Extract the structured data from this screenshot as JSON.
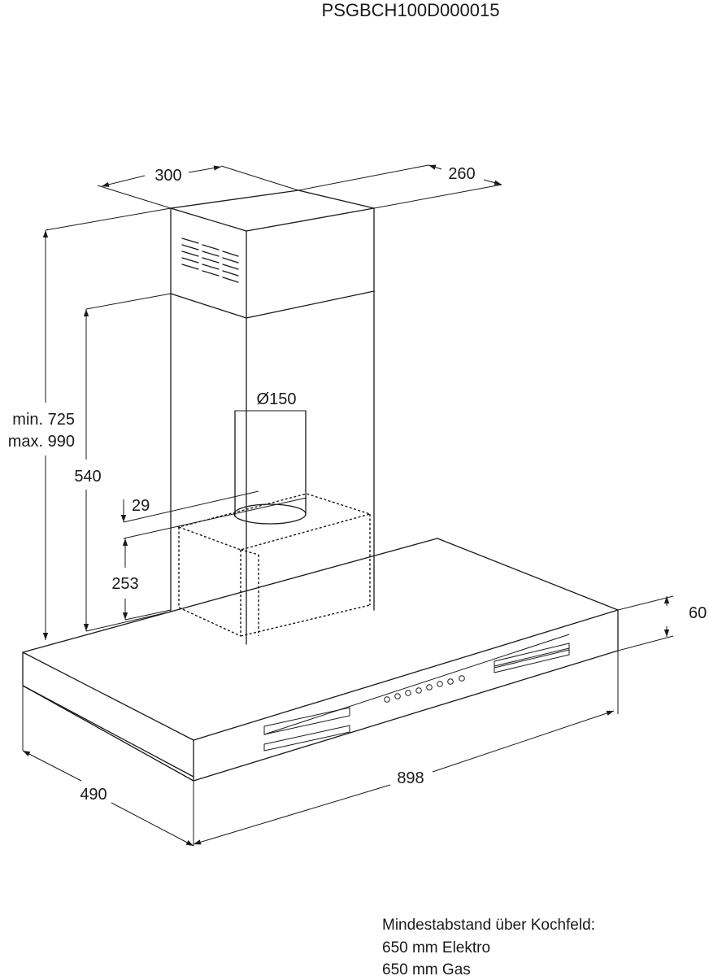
{
  "header": {
    "model_code": "PSGBCH100D000015"
  },
  "dimensions": {
    "chimney_width": "300",
    "chimney_depth": "260",
    "height_min": "min. 725",
    "height_max": "max. 990",
    "chimney_height": "540",
    "duct_diameter": "Ø150",
    "offset": "29",
    "box_height": "253",
    "canopy_thickness": "60",
    "depth": "490",
    "width": "898"
  },
  "note": {
    "line1": "Mindestabstand über Kochfeld:",
    "line2": "650 mm Elektro",
    "line3": "650 mm Gas"
  }
}
